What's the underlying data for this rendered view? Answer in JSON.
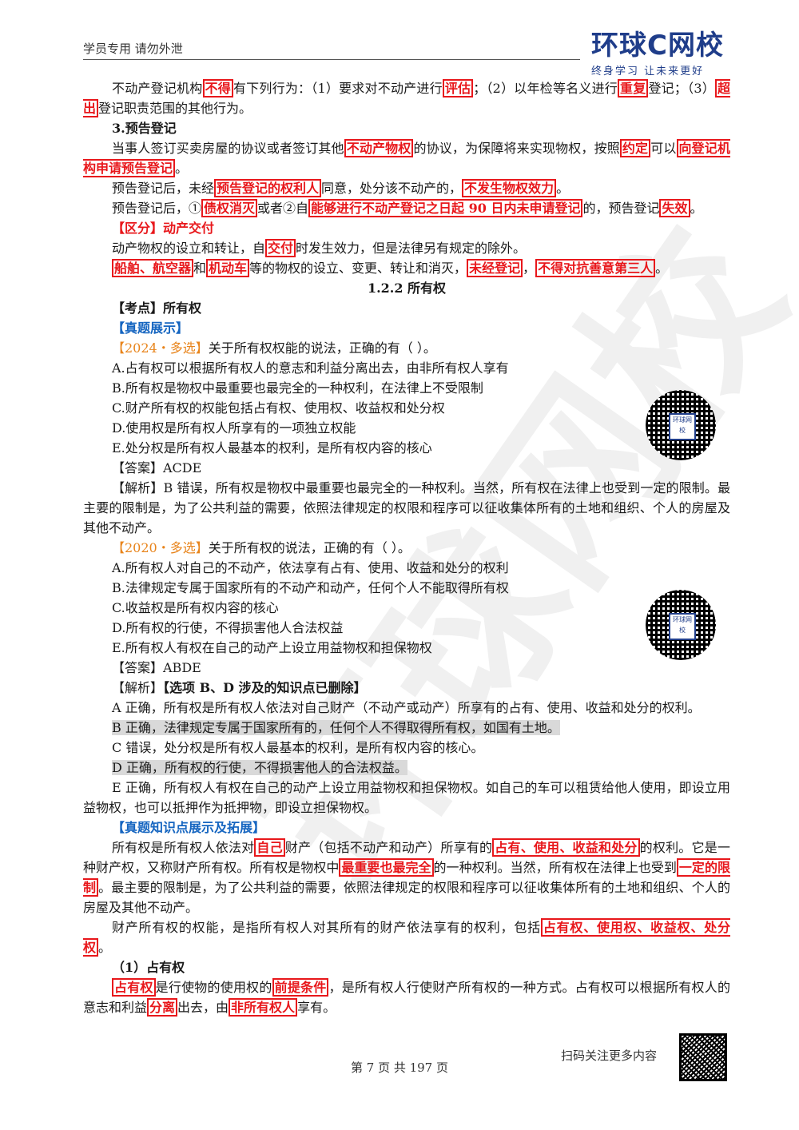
{
  "header": {
    "left_text": "学员专用 请勿外泄",
    "logo_main": "环球C网校",
    "logo_sub": "终身学习 让未来更好"
  },
  "watermark_text": "环球网校",
  "body": {
    "p1": [
      "不动产登记机构",
      "不得",
      "有下列行为：（1）要求对不动产进行",
      "评估",
      "；（2）以年检等名义进行",
      "重复",
      "登记；（3）",
      "超出",
      "登记职责范围的其他行为。"
    ],
    "h3": "3.预告登记",
    "p2": [
      "当事人签订买卖房屋的协议或者签订其他",
      "不动产物权",
      "的协议，为保障将来实现物权，按照",
      "约定",
      "可以",
      "向登记机构申请预告登记",
      "。"
    ],
    "p3": [
      "预告登记后，未经",
      "预告登记的权利人",
      "同意，处分该不动产的，",
      "不发生物权效力",
      "。"
    ],
    "p4": [
      "预告登记后，①",
      "债权消灭",
      "或者②自",
      "能够进行不动产登记之日起 90 日内未申请登记",
      "的，预告登记",
      "失效",
      "。"
    ],
    "qufen": "【区分】动产交付",
    "p5": [
      "动产物权的设立和转让，自",
      "交付",
      "时发生效力，但是法律另有规定的除外。"
    ],
    "p6": [
      "船舶、航空器",
      "和",
      "机动车",
      "等的物权的设立、变更、转让和消灭，",
      "未经登记",
      "，",
      "不得对抗善意第三人",
      "。"
    ],
    "section_title": "1.2.2 所有权",
    "kaodian": "【考点】所有权",
    "zhenti": "【真题展示】",
    "q1_tag": "【2024・多选】",
    "q1_stem": "关于所有权权能的说法，正确的有（ ）。",
    "q1_options": [
      "A.占有权可以根据所有权人的意志和利益分离出去，由非所有权人享有",
      "B.所有权是物权中最重要也最完全的一种权利，在法律上不受限制",
      "C.财产所有权的权能包括占有权、使用权、收益权和处分权",
      "D.使用权是所有权人所享有的一项独立权能",
      "E.处分权是所有权人最基本的权利，是所有权内容的核心"
    ],
    "q1_answer": "【答案】ACDE",
    "q1_analysis": "【解析】B 错误，所有权是物权中最重要也最完全的一种权利。当然，所有权在法律上也受到一定的限制。最主要的限制是，为了公共利益的需要，依照法律规定的权限和程序可以征收集体所有的土地和组织、个人的房屋及其他不动产。",
    "q2_tag": "【2020・多选】",
    "q2_stem": "关于所有权的说法，正确的有（ ）。",
    "q2_options": [
      "A.所有权人对自己的不动产，依法享有占有、使用、收益和处分的权利",
      "B.法律规定专属于国家所有的不动产和动产，任何个人不能取得所有权",
      "C.收益权是所有权内容的核心",
      "D.所有权的行使，不得损害他人合法权益",
      "E.所有权人有权在自己的动产上设立用益物权和担保物权"
    ],
    "q2_answer": "【答案】ABDE",
    "q2_analysis_label": "【解析】",
    "q2_analysis_bold": "【选项 B、D 涉及的知识点已删除】",
    "q2_a": "A 正确，所有权是所有权人依法对自己财产（不动产或动产）所享有的占有、使用、收益和处分的权利。",
    "q2_b": "B 正确，法律规定专属于国家所有的，任何个人不得取得所有权，如国有土地。",
    "q2_c": "C 错误，处分权是所有权人最基本的权利，是所有权内容的核心。",
    "q2_d": "D 正确，所有权的行使，不得损害他人的合法权益。",
    "q2_e": "E 正确，所有权人有权在自己的动产上设立用益物权和担保物权。如自己的车可以租赁给他人使用，即设立用益物权，也可以抵押作为抵押物，即设立担保物权。",
    "tuozhan": "【真题知识点展示及拓展】",
    "p7": [
      "所有权是所有权人依法对",
      "自己",
      "财产（包括不动产和动产）所享有的",
      "占有、使用、收益和处分",
      "的权利。它是一种财产权，又称财产所有权。所有权是物权中",
      "最重要也最完全",
      "的一种权利。当然，所有权在法律上也受到",
      "一定的限制",
      "。最主要的限制是，为了公共利益的需要，依照法律规定的权限和程序可以征收集体所有的土地和组织、个人的房屋及其他不动产。"
    ],
    "p8": [
      "财产所有权的权能，是指所有权人对其所有的财产依法享有的权利，包括",
      "占有权、使用权、收益权、处分权",
      "。"
    ],
    "h_zhanyou": "（1）占有权",
    "p9": [
      "占有权",
      "是行使物的使用权的",
      "前提条件",
      "，是所有权人行使财产所有权的一种方式。占有权可以根据所有权人的意志和利益",
      "分离",
      "出去，由",
      "非所有权人",
      "享有。"
    ]
  },
  "qr1_label": "环球网校",
  "qr2_label": "环球网校",
  "footer": {
    "page": "第 7 页 共 197 页",
    "scan": "扫码关注更多内容"
  }
}
